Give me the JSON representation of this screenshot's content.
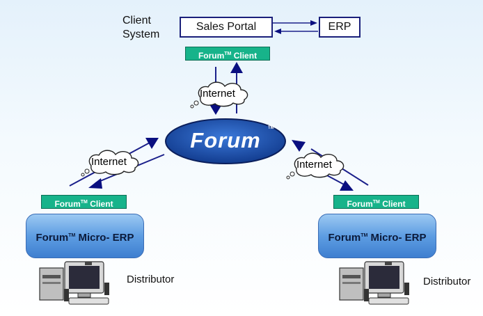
{
  "client_system": {
    "label_line1": "Client",
    "label_line2": "System",
    "sales_portal": "Sales Portal",
    "erp": "ERP"
  },
  "hub": {
    "name": "Forum",
    "trademark": "TM"
  },
  "forum_client": {
    "name": "Forum",
    "trademark": "TM",
    "suffix": " Client"
  },
  "micro_erp": {
    "name": "Forum",
    "trademark": "TM",
    "suffix": " Micro- ERP"
  },
  "network": {
    "internet_label": "Internet"
  },
  "distributor": {
    "label": "Distributor"
  },
  "colors": {
    "connector": "#1a1f8a",
    "arrowhead": "#0a0f80",
    "forum_ellipse": "#1f56b8",
    "client_tag": "#17b38a",
    "micro_erp_pill": "#5e9de2",
    "background_top": "#e4f1fb"
  },
  "icons": [
    "cloud-icon",
    "computer-icon"
  ]
}
